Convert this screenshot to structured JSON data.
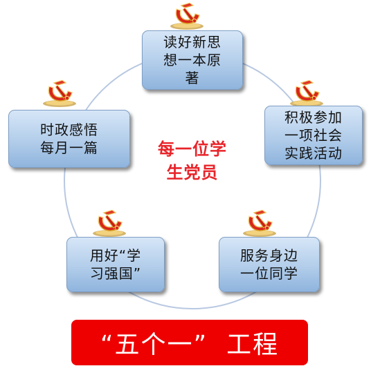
{
  "nodes": {
    "top": {
      "line1": "读好新思",
      "line2": "想一本原",
      "line3": "著"
    },
    "right": {
      "line1": "积极参加",
      "line2": "一项社会",
      "line3": "实践活动"
    },
    "left": {
      "line1": "时政感悟",
      "line2": "每月一篇"
    },
    "bottom_left": {
      "line1": "用好“学",
      "line2": "习强国”"
    },
    "bottom_right": {
      "line1": "服务身边",
      "line2": "一位同学"
    }
  },
  "center": {
    "line1": "每一位学",
    "line2": "生党员"
  },
  "banner": {
    "label": "“五个一”  工程"
  },
  "colors": {
    "ring": "#b8c8e2",
    "box_fill": "#b2cdea",
    "center_text": "#e8242a",
    "banner": "#ee0000",
    "emblem": "#d8261c"
  },
  "icons": {
    "node_emblem": "party-emblem-icon"
  }
}
